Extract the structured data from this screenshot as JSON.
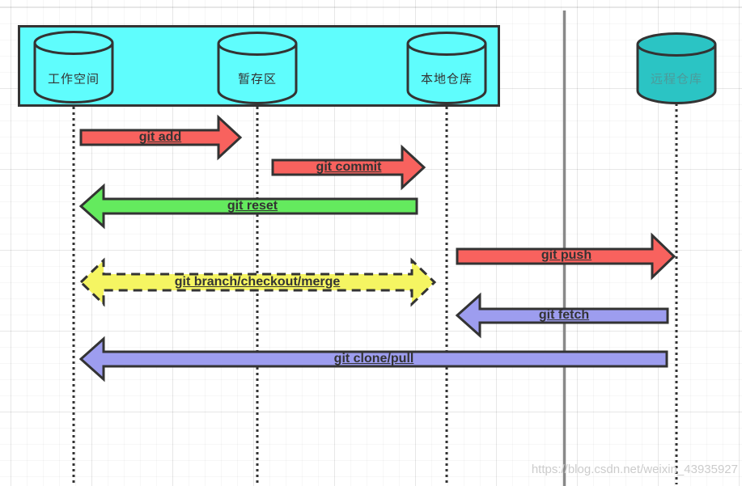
{
  "colors": {
    "container_cyan": "#5ffdfd",
    "remote_teal": "#2bc4c4",
    "outline_dark": "#333333",
    "command_red": "#f8625e",
    "reset_green": "#64ea5e",
    "branch_yellow": "#f5f562",
    "remote_purple": "#9d9def",
    "divider_gray": "#888888"
  },
  "nodes": {
    "workspace": {
      "label": "工作空间"
    },
    "staging": {
      "label": "暂存区"
    },
    "local": {
      "label": "本地仓库"
    },
    "remote": {
      "label": "远程仓库"
    }
  },
  "arrows": {
    "add": {
      "label": "git add",
      "from": "workspace",
      "to": "staging"
    },
    "commit": {
      "label": "git commit",
      "from": "staging",
      "to": "local"
    },
    "reset": {
      "label": "git reset",
      "from": "local",
      "to": "workspace"
    },
    "branch": {
      "label": "git branch/checkout/merge",
      "from": "workspace",
      "to": "local"
    },
    "push": {
      "label": "git push",
      "from": "local",
      "to": "remote"
    },
    "fetch": {
      "label": "git fetch",
      "from": "remote",
      "to": "local"
    },
    "clone": {
      "label": "git clone/pull",
      "from": "remote",
      "to": "workspace"
    }
  },
  "watermark": {
    "text": "https://blog.csdn.net/weixin_43935927"
  }
}
